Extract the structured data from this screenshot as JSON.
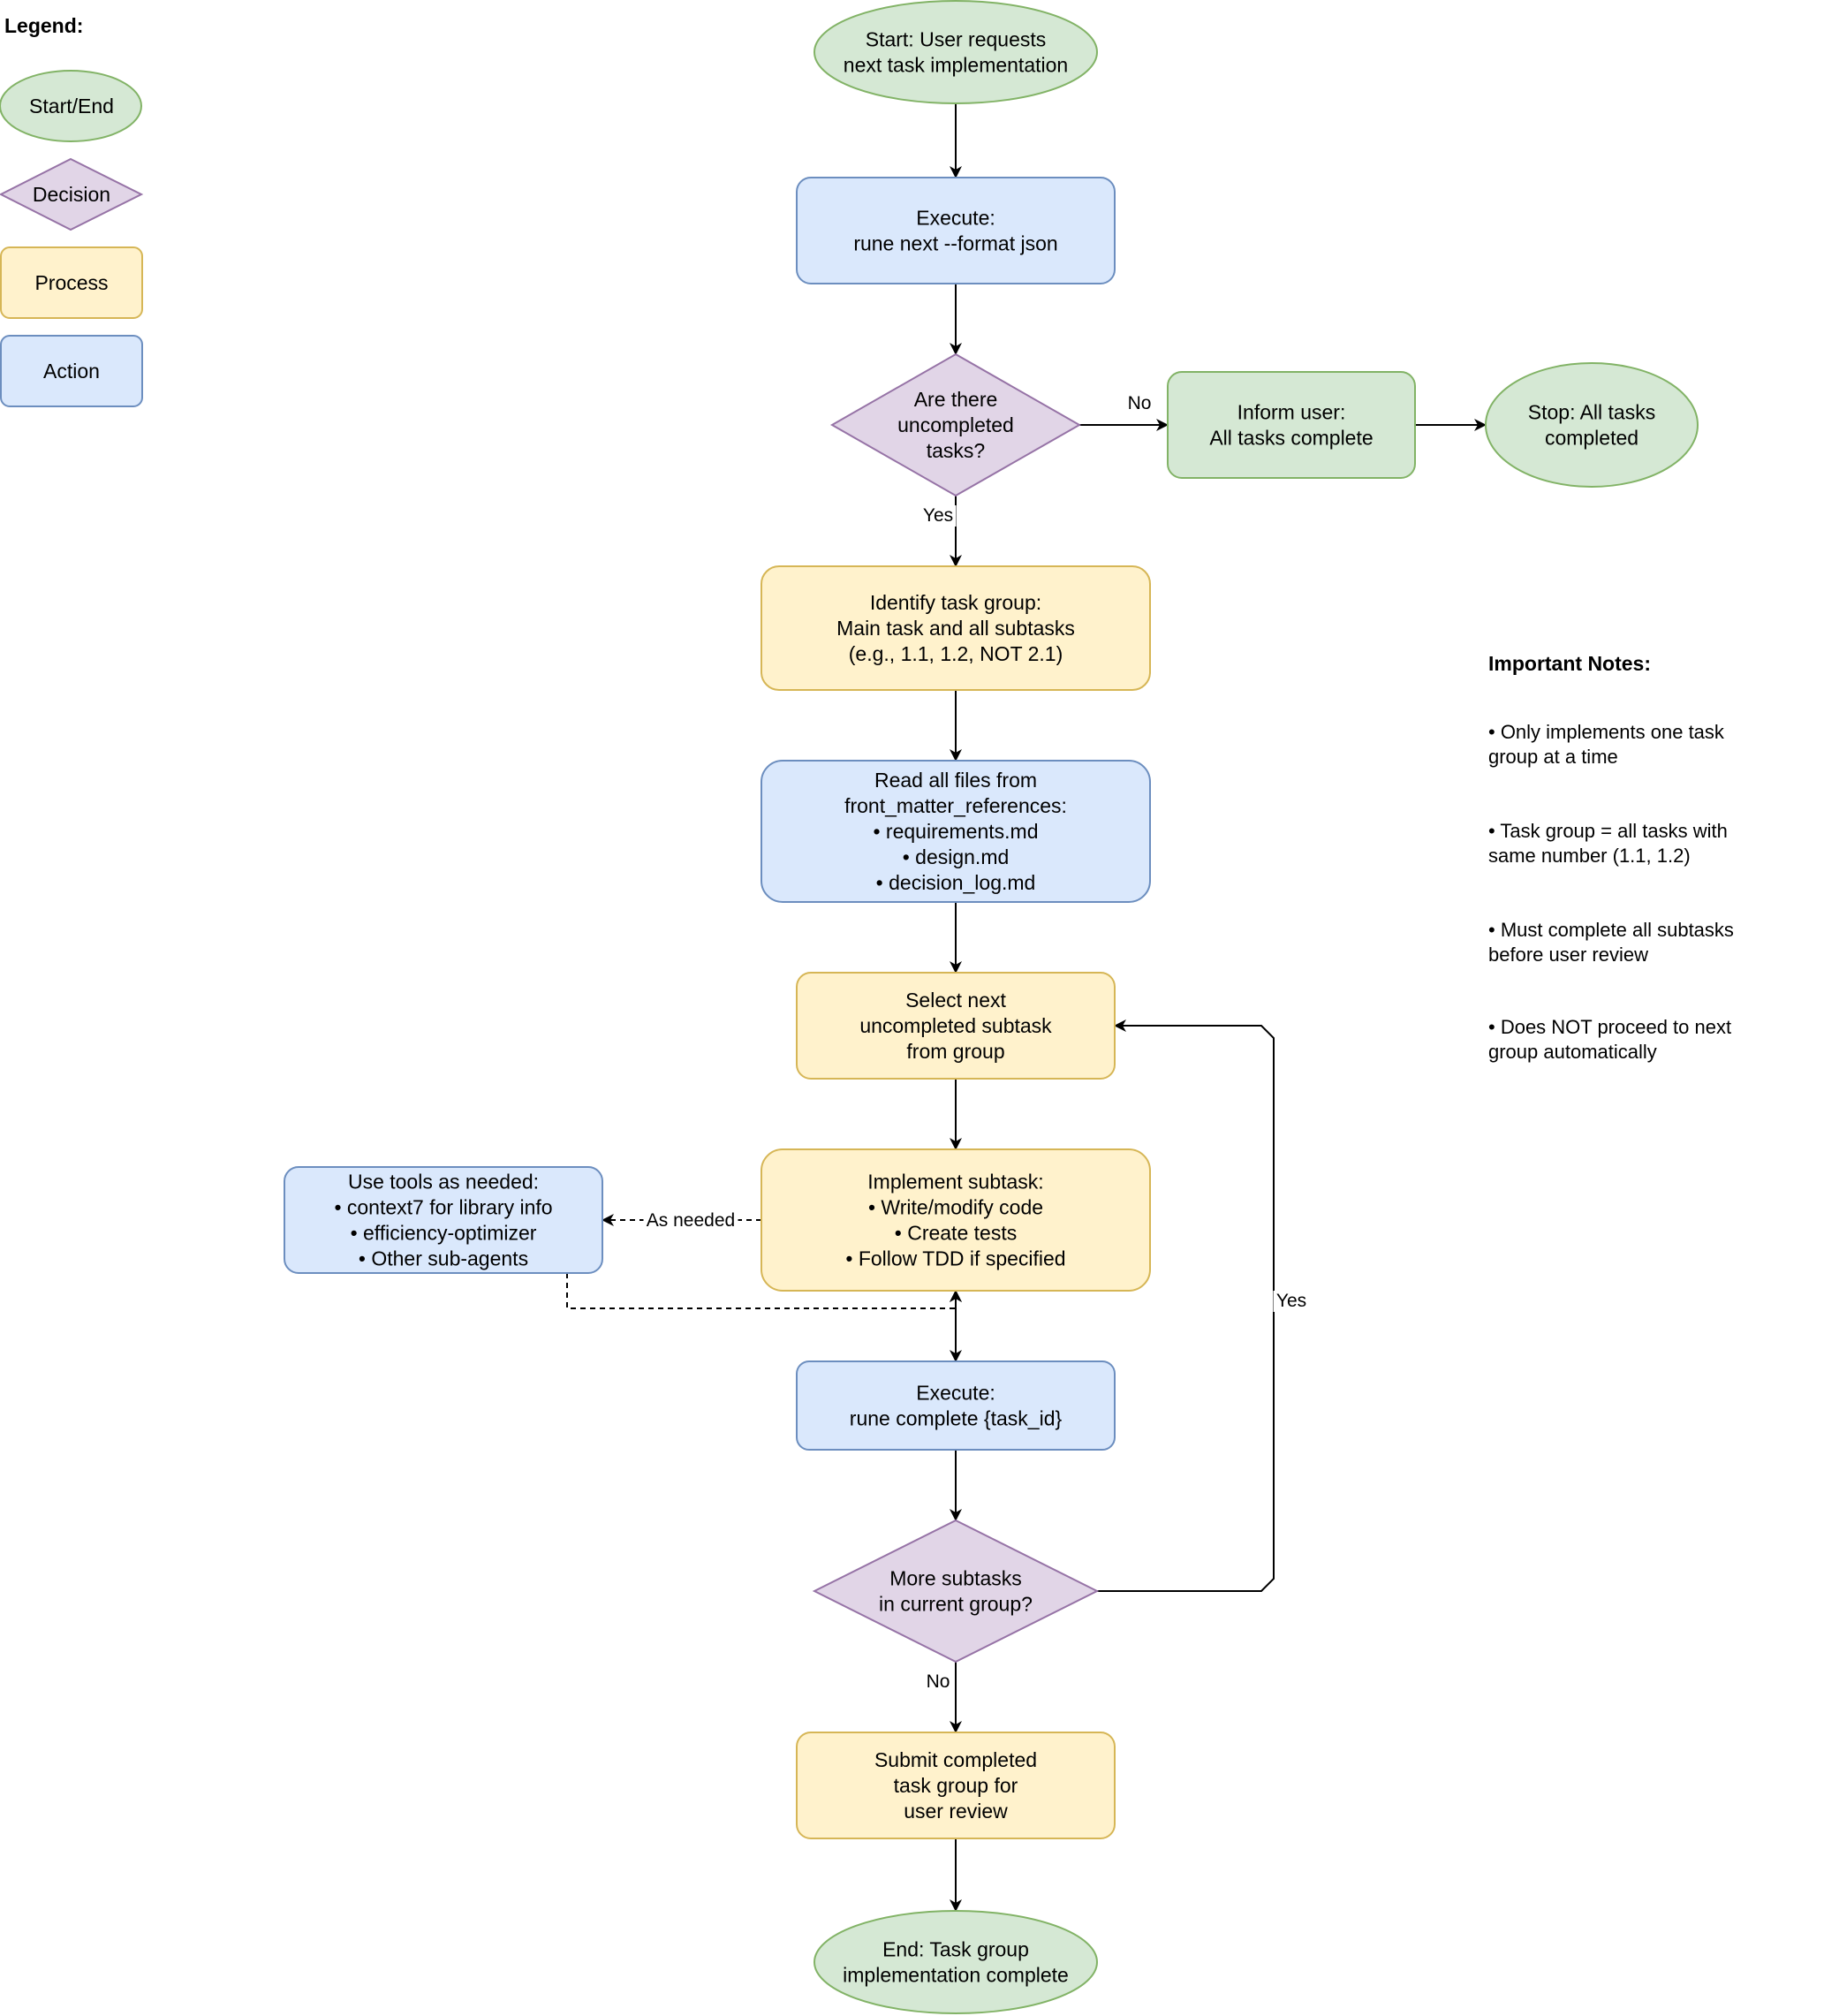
{
  "colors": {
    "start_end_fill": "#d5e8d4",
    "start_end_stroke": "#82b366",
    "decision_fill": "#e1d5e7",
    "decision_stroke": "#9673a6",
    "process_fill": "#fff2cc",
    "process_stroke": "#d6b656",
    "action_fill": "#dae8fc",
    "action_stroke": "#6c8ebf",
    "edge": "#000000"
  },
  "legend": {
    "title": "Legend:",
    "items": [
      {
        "id": "start-end",
        "shape": "ellipse",
        "label": "Start/End"
      },
      {
        "id": "decision",
        "shape": "diamond",
        "label": "Decision"
      },
      {
        "id": "process",
        "shape": "rect",
        "label": "Process"
      },
      {
        "id": "action",
        "shape": "rect",
        "label": "Action"
      }
    ]
  },
  "nodes": {
    "start": {
      "type": "start_end",
      "lines": [
        "Start: User requests",
        "next task implementation"
      ]
    },
    "execute_next": {
      "type": "action",
      "lines": [
        "Execute:",
        "rune next --format json"
      ]
    },
    "check_uncompleted": {
      "type": "decision",
      "lines": [
        "Are there",
        "uncompleted",
        "tasks?"
      ]
    },
    "inform_user": {
      "type": "start_end",
      "lines": [
        "Inform user:",
        "All tasks complete"
      ]
    },
    "stop": {
      "type": "start_end",
      "lines": [
        "Stop: All tasks",
        "completed"
      ]
    },
    "identify_group": {
      "type": "process",
      "lines": [
        "Identify task group:",
        "Main task and all subtasks",
        "(e.g., 1.1, 1.2, NOT 2.1)"
      ]
    },
    "read_files": {
      "type": "action",
      "lines": [
        "Read all files from",
        "front_matter_references:",
        "• requirements.md",
        "• design.md",
        "• decision_log.md"
      ]
    },
    "select_subtask": {
      "type": "process",
      "lines": [
        "Select next",
        "uncompleted subtask",
        "from group"
      ]
    },
    "implement": {
      "type": "process",
      "lines": [
        "Implement subtask:",
        "• Write/modify code",
        "• Create tests",
        "• Follow TDD if specified"
      ]
    },
    "use_tools": {
      "type": "action",
      "lines": [
        "Use tools as needed:",
        "• context7 for library info",
        "• efficiency-optimizer",
        "• Other sub-agents"
      ]
    },
    "execute_complete": {
      "type": "action",
      "lines": [
        "Execute:",
        "rune complete {task_id}"
      ]
    },
    "more_subtasks": {
      "type": "decision",
      "lines": [
        "More subtasks",
        "in current group?"
      ]
    },
    "submit": {
      "type": "process",
      "lines": [
        "Submit completed",
        "task group for",
        "user review"
      ]
    },
    "end": {
      "type": "start_end",
      "lines": [
        "End: Task group",
        "implementation complete"
      ]
    }
  },
  "edges": [
    {
      "id": "start-to-execute",
      "from": "start",
      "to": "execute_next",
      "label": ""
    },
    {
      "id": "execute-to-check",
      "from": "execute_next",
      "to": "check_uncompleted",
      "label": ""
    },
    {
      "id": "check-no",
      "from": "check_uncompleted",
      "to": "inform_user",
      "label": "No"
    },
    {
      "id": "inform-to-stop",
      "from": "inform_user",
      "to": "stop",
      "label": ""
    },
    {
      "id": "check-yes",
      "from": "check_uncompleted",
      "to": "identify_group",
      "label": "Yes"
    },
    {
      "id": "identify-to-read",
      "from": "identify_group",
      "to": "read_files",
      "label": ""
    },
    {
      "id": "read-to-select",
      "from": "read_files",
      "to": "select_subtask",
      "label": ""
    },
    {
      "id": "select-to-implement",
      "from": "select_subtask",
      "to": "implement",
      "label": ""
    },
    {
      "id": "implement-to-tools",
      "from": "implement",
      "to": "use_tools",
      "label": "As needed",
      "dashed": true
    },
    {
      "id": "tools-to-implement",
      "from": "use_tools",
      "to": "implement",
      "label": "",
      "dashed": true
    },
    {
      "id": "implement-to-complete",
      "from": "implement",
      "to": "execute_complete",
      "label": ""
    },
    {
      "id": "complete-to-more",
      "from": "execute_complete",
      "to": "more_subtasks",
      "label": ""
    },
    {
      "id": "more-yes",
      "from": "more_subtasks",
      "to": "select_subtask",
      "label": "Yes"
    },
    {
      "id": "more-no",
      "from": "more_subtasks",
      "to": "submit",
      "label": "No"
    },
    {
      "id": "submit-to-end",
      "from": "submit",
      "to": "end",
      "label": ""
    }
  ],
  "notes": {
    "title": "Important Notes:",
    "items": [
      [
        "• Only implements one task",
        "group at a time"
      ],
      [
        "• Task group = all tasks with",
        "same number (1.1, 1.2)"
      ],
      [
        "• Must complete all subtasks",
        "before user review"
      ],
      [
        "• Does NOT proceed to next",
        "group automatically"
      ]
    ]
  }
}
